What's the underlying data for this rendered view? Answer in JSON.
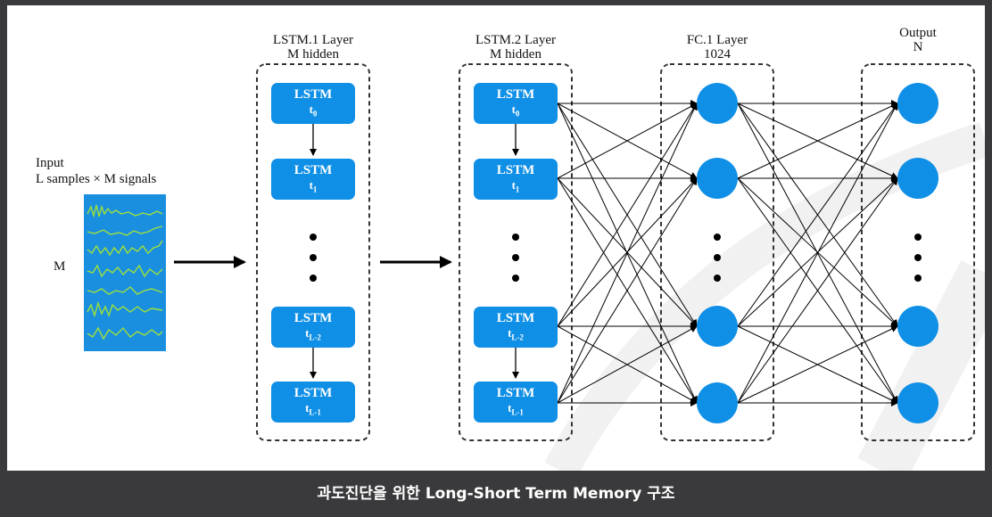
{
  "input": {
    "title": "Input",
    "subtitle": "L samples × M signals",
    "side_label": "M"
  },
  "lstm1": {
    "title": "LSTM.1 Layer",
    "subtitle": "M hidden",
    "cells": [
      {
        "name": "LSTM",
        "t": "t",
        "sub": "0"
      },
      {
        "name": "LSTM",
        "t": "t",
        "sub": "1"
      },
      {
        "name": "LSTM",
        "t": "t",
        "sub": "L-2"
      },
      {
        "name": "LSTM",
        "t": "t",
        "sub": "L-1"
      }
    ]
  },
  "lstm2": {
    "title": "LSTM.2 Layer",
    "subtitle": "M hidden",
    "cells": [
      {
        "name": "LSTM",
        "t": "t",
        "sub": "0"
      },
      {
        "name": "LSTM",
        "t": "t",
        "sub": "1"
      },
      {
        "name": "LSTM",
        "t": "t",
        "sub": "L-2"
      },
      {
        "name": "LSTM",
        "t": "t",
        "sub": "L-1"
      }
    ]
  },
  "fc1": {
    "title": "FC.1 Layer",
    "subtitle": "1024"
  },
  "output": {
    "title": "Output",
    "subtitle": "N"
  },
  "caption": "과도진단을 위한 Long-Short Term Memory 구조",
  "colors": {
    "node": "#0f8fe6",
    "signal_bg": "#1a8fe0",
    "signal_wave": "#9ee03a",
    "caption_bg": "#3a3a3c"
  }
}
